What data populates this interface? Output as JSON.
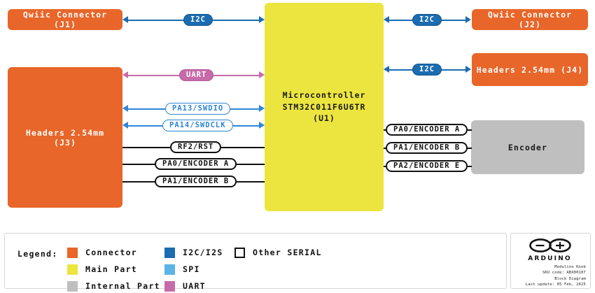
{
  "diagram": {
    "title": "Modulino Knob Block Diagram",
    "blocks": [
      {
        "id": "j1",
        "label": "Qwiic Connector (J1)",
        "kind": "connector"
      },
      {
        "id": "j3",
        "label": "Headers 2.54mm (J3)",
        "kind": "connector"
      },
      {
        "id": "mcu_line1",
        "label": "Microcontroller",
        "kind": "mainpart"
      },
      {
        "id": "mcu_line2",
        "label": "STM32C011F6U6TR (U1)",
        "kind": "mainpart"
      },
      {
        "id": "j2",
        "label": "Qwiic Connector (J2)",
        "kind": "connector"
      },
      {
        "id": "j4",
        "label": "Headers 2.54mm (J4)",
        "kind": "connector"
      },
      {
        "id": "encoder",
        "label": "Encoder",
        "kind": "internal"
      }
    ],
    "signals": [
      {
        "id": "sig_i2c_j1",
        "label": "I2C",
        "bus": "i2c"
      },
      {
        "id": "sig_uart_j3",
        "label": "UART",
        "bus": "uart"
      },
      {
        "id": "sig_swdio",
        "label": "PA13/SWDIO",
        "bus": "spi"
      },
      {
        "id": "sig_swdclk",
        "label": "PA14/SWDCLK",
        "bus": "spi"
      },
      {
        "id": "sig_rst",
        "label": "RF2/RST",
        "bus": "other"
      },
      {
        "id": "sig_enc_a_left",
        "label": "PA0/ENCODER A",
        "bus": "other"
      },
      {
        "id": "sig_enc_b_left",
        "label": "PA1/ENCODER B",
        "bus": "other"
      },
      {
        "id": "sig_i2c_j2",
        "label": "I2C",
        "bus": "i2c"
      },
      {
        "id": "sig_i2c_j4",
        "label": "I2C",
        "bus": "i2c"
      },
      {
        "id": "sig_enc_a_right",
        "label": "PA0/ENCODER A",
        "bus": "other"
      },
      {
        "id": "sig_enc_b_right",
        "label": "PA1/ENCODER B",
        "bus": "other"
      },
      {
        "id": "sig_enc_e_right",
        "label": "PA2/ENCODER E",
        "bus": "other"
      }
    ]
  },
  "legend": {
    "title": "Legend:",
    "column1": [
      {
        "label": "Connector",
        "color": "#e8662a",
        "style": "solid"
      },
      {
        "label": "Main Part",
        "color": "#ece53f",
        "style": "solid"
      },
      {
        "label": "Internal Part",
        "color": "#bfbfbf",
        "style": "solid"
      }
    ],
    "column2": [
      {
        "label": "I2C/I2S",
        "color": "#1b6cb0",
        "style": "solid"
      },
      {
        "label": "SPI",
        "color": "#5bb3e8",
        "style": "solid"
      },
      {
        "label": "UART",
        "color": "#c76ba8",
        "style": "solid"
      }
    ],
    "column3": [
      {
        "label": "Other SERIAL",
        "color": "#111111",
        "style": "outline"
      }
    ]
  },
  "brand": {
    "wordmark": "ARDUINO",
    "doc_lines": [
      "Modulino Knob",
      "SKU code: ABX00107",
      "Block Diagram",
      "Last update: 05 Feb, 2025"
    ]
  },
  "colors": {
    "connector": "#e8662a",
    "main_part": "#ece53f",
    "internal_part": "#bfbfbf",
    "i2c": "#1b6cb0",
    "spi": "#5bb3e8",
    "uart": "#c76ba8",
    "other_serial": "#111111"
  }
}
